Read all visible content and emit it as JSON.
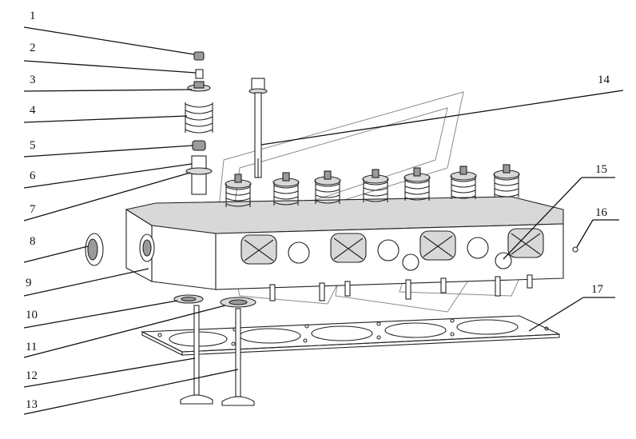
{
  "callouts": [
    {
      "id": "1",
      "label": "1"
    },
    {
      "id": "2",
      "label": "2"
    },
    {
      "id": "3",
      "label": "3"
    },
    {
      "id": "4",
      "label": "4"
    },
    {
      "id": "5",
      "label": "5"
    },
    {
      "id": "6",
      "label": "6"
    },
    {
      "id": "7",
      "label": "7"
    },
    {
      "id": "8",
      "label": "8"
    },
    {
      "id": "9",
      "label": "9"
    },
    {
      "id": "10",
      "label": "10"
    },
    {
      "id": "11",
      "label": "11"
    },
    {
      "id": "12",
      "label": "12"
    },
    {
      "id": "13",
      "label": "13"
    },
    {
      "id": "14",
      "label": "14"
    },
    {
      "id": "15",
      "label": "15"
    },
    {
      "id": "16",
      "label": "16"
    },
    {
      "id": "17",
      "label": "17"
    }
  ],
  "colors": {
    "line": "#111111",
    "part_fill": "#ffffff",
    "shade_light": "#d8d8d8",
    "shade_dark": "#9a9a9a",
    "watermark": "#8a8a8a"
  }
}
